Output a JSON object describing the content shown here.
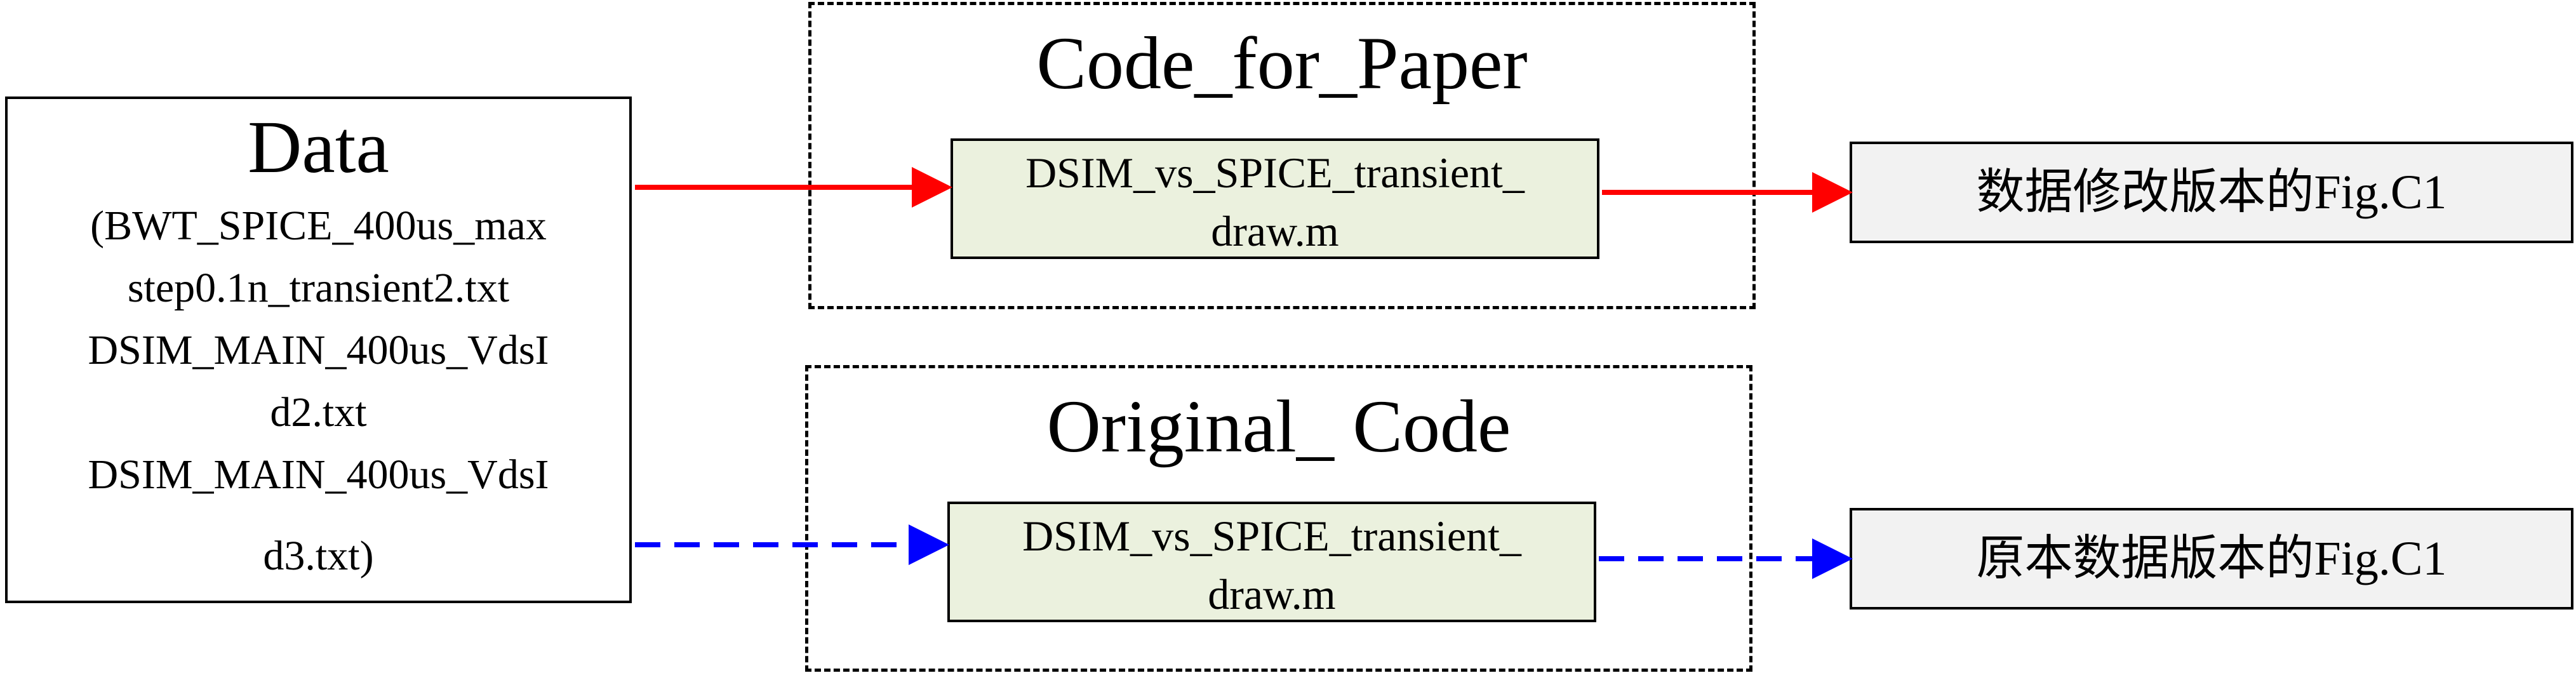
{
  "data_box": {
    "title": "Data",
    "lines": [
      "(BWT_SPICE_400us_max",
      "step0.1n_transient2.txt",
      "DSIM_MAIN_400us_VdsI",
      "d2.txt",
      "DSIM_MAIN_400us_VdsI",
      "d3.txt)"
    ]
  },
  "groups": [
    {
      "title": "Code_for_Paper",
      "script_lines": [
        "DSIM_vs_SPICE_transient_",
        "draw.m"
      ],
      "output": "数据修改版本的Fig.C1",
      "arrow_color": "#ff0000",
      "arrow_style": "solid"
    },
    {
      "title": "Original_ Code",
      "script_lines": [
        "DSIM_vs_SPICE_transient_",
        "draw.m"
      ],
      "output": "原本数据版本的Fig.C1",
      "arrow_color": "#0000ff",
      "arrow_style": "dashed"
    }
  ]
}
